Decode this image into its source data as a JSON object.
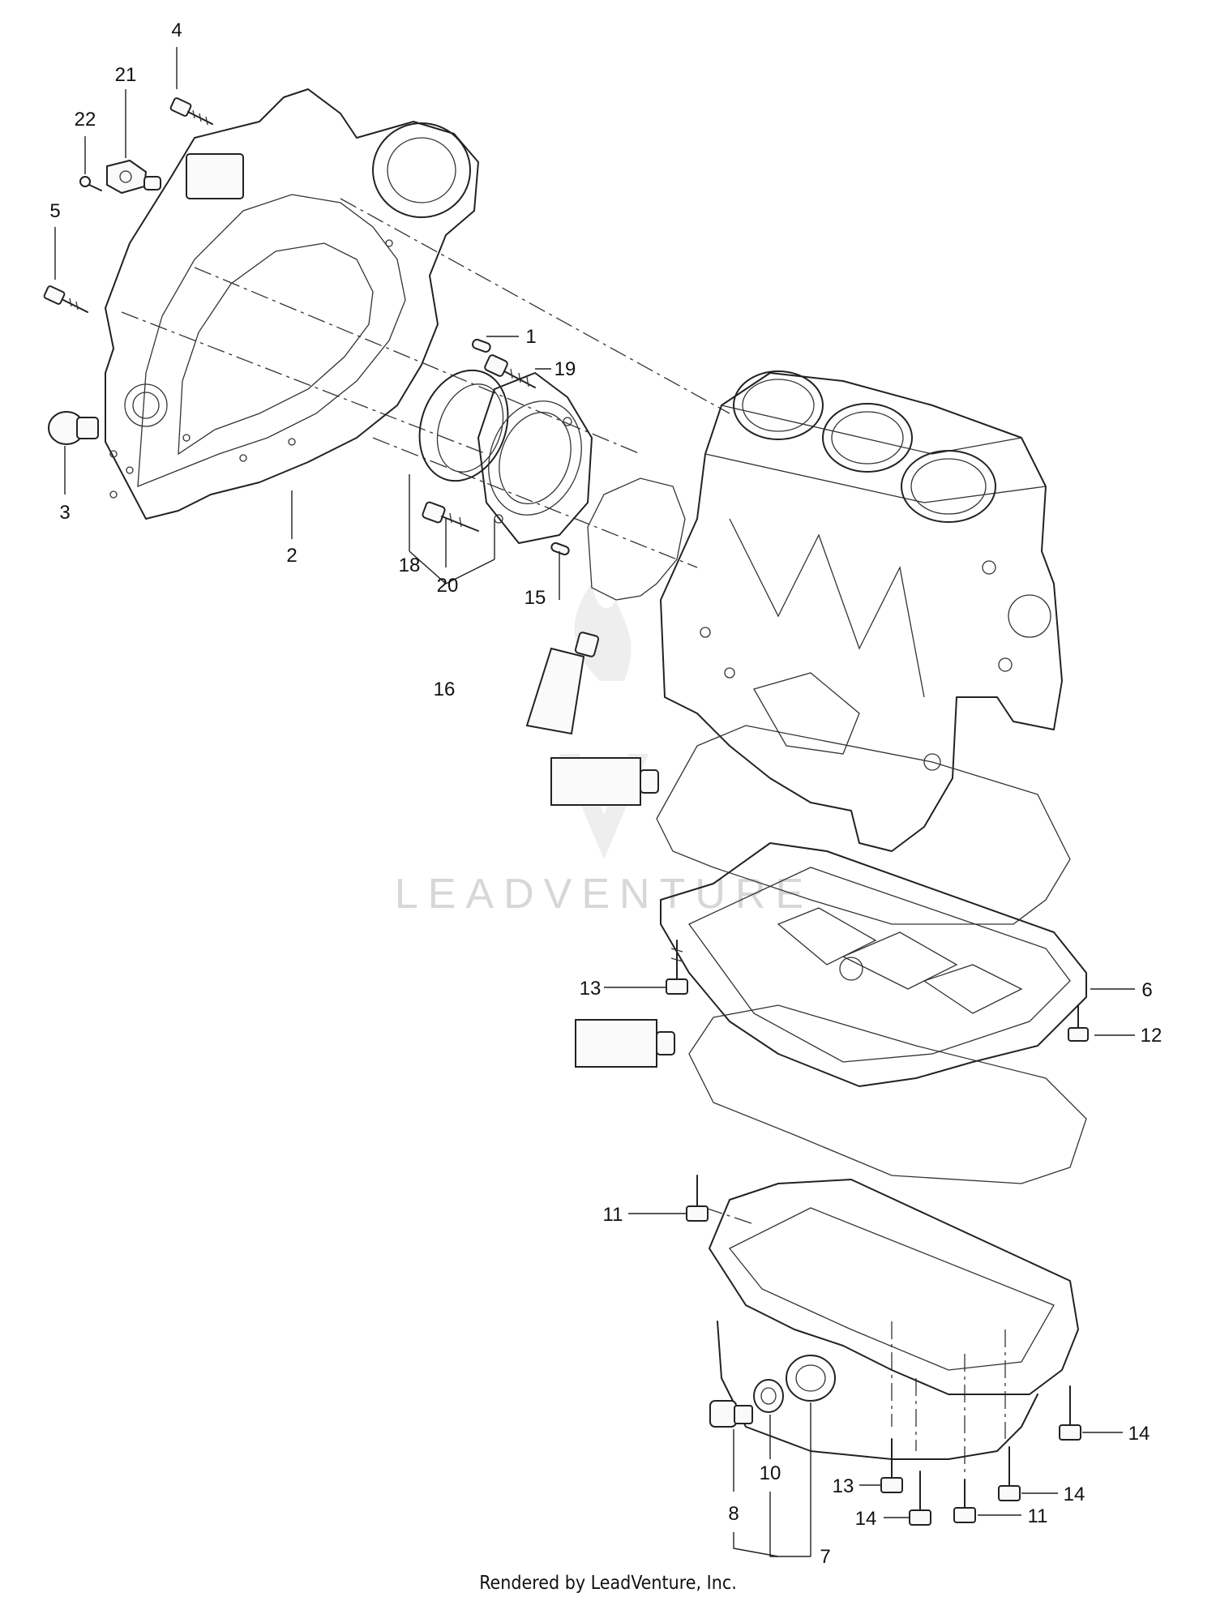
{
  "watermark": {
    "text": "LEADVENTURE",
    "color": "#d5d5d5",
    "icon": "flame-v-logo"
  },
  "footer": {
    "text": "Rendered by LeadVenture, Inc."
  },
  "callouts": {
    "c1": "1",
    "c2": "2",
    "c3": "3",
    "c4": "4",
    "c5": "5",
    "c6": "6",
    "c7": "7",
    "c8": "8",
    "c10": "10",
    "c11a": "11",
    "c11b": "11",
    "c12": "12",
    "c13a": "13",
    "c13b": "13",
    "c14a": "14",
    "c14b": "14",
    "c14c": "14",
    "c15": "15",
    "c16": "16",
    "c18": "18",
    "c19": "19",
    "c20": "20",
    "c21": "21",
    "c22": "22"
  }
}
